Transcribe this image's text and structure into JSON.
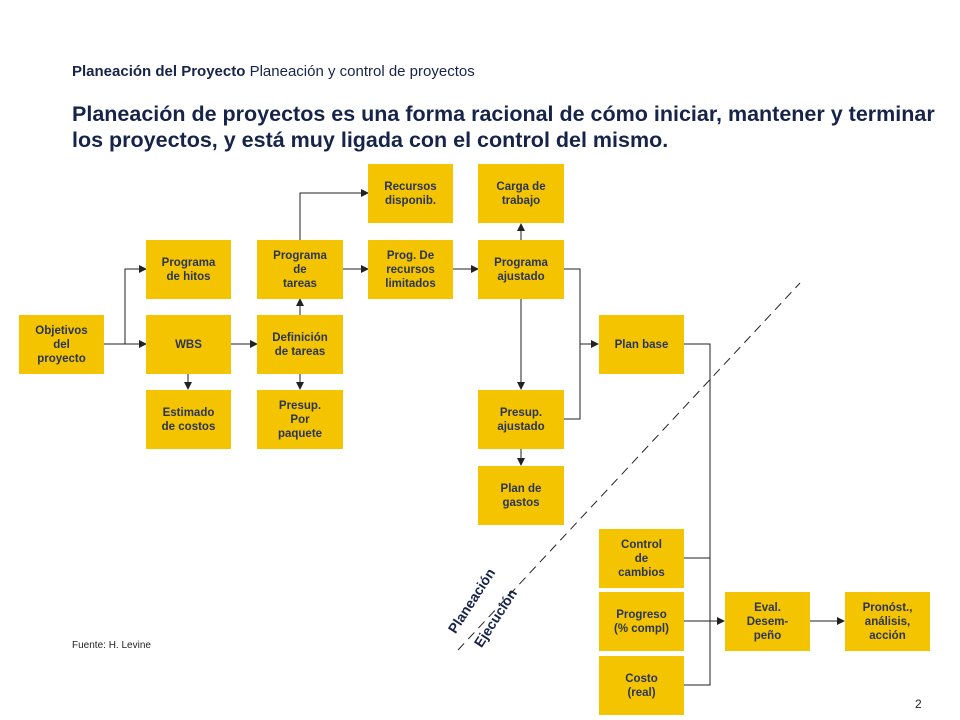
{
  "header": {
    "section": "Planeación del Proyecto",
    "subsection": "Planeación y control de proyectos"
  },
  "headline": "Planeación de proyectos es una forma racional de cómo iniciar, mantener y terminar los proyectos, y está muy ligada con el control del mismo.",
  "boxes": {
    "objetivos": "Objetivos\ndel\nproyecto",
    "programa_hitos": "Programa\nde hitos",
    "wbs": "WBS",
    "estimado_costos": "Estimado\nde costos",
    "programa_tareas": "Programa\nde\ntareas",
    "definicion_tareas": "Definición\nde tareas",
    "presup_paquete": "Presup.\nPor\npaquete",
    "recursos_disponib": "Recursos\ndisponib.",
    "prog_recursos": "Prog. De\nrecursos\nlimitados",
    "carga_trabajo": "Carga de\ntrabajo",
    "programa_ajustado": "Programa\najustado",
    "presup_ajustado": "Presup.\najustado",
    "plan_gastos": "Plan de\ngastos",
    "plan_base": "Plan base",
    "control_cambios": "Control\nde\ncambios",
    "progreso": "Progreso\n(% compl)",
    "costo_real": "Costo\n(real)",
    "eval_desempeno": "Eval.\nDesem-\npeño",
    "pronost": "Pronóst.,\nanálisis,\nacción"
  },
  "divider_labels": {
    "upper": "Planeación",
    "lower": "Ejecución"
  },
  "source": "Fuente: H. Levine",
  "page_number": "2",
  "colors": {
    "box_fill": "#f5c400",
    "text": "#17244a",
    "line": "#222222"
  }
}
